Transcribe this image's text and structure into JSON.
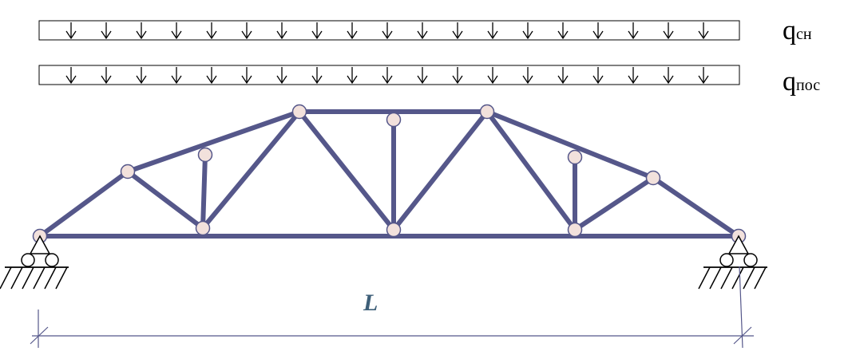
{
  "loads": {
    "snow": {
      "symbol": "q",
      "subscript": "сн"
    },
    "permanent": {
      "symbol": "q",
      "subscript": "пос"
    }
  },
  "dimension": {
    "span_label": "L"
  },
  "colors": {
    "truss_member": "#55578a",
    "node_fill": "#f2e1dc",
    "node_stroke": "#55578a",
    "dimension_line": "#55578a",
    "span_label": "#3e5f78",
    "load_stroke": "#000000"
  }
}
